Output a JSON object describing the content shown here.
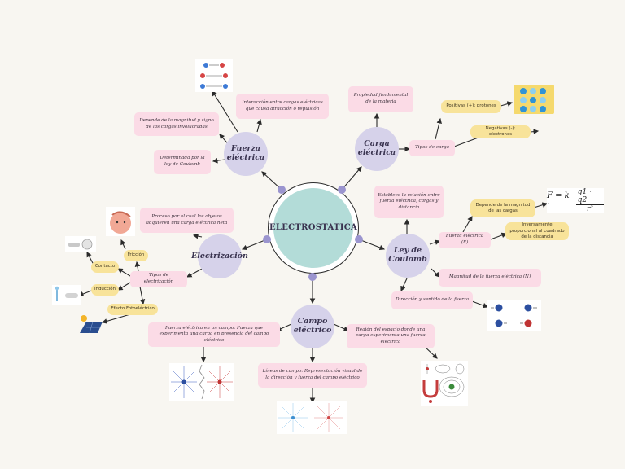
{
  "center": {
    "title": "ELECTROSTATICA"
  },
  "fuerza": {
    "title": "Fuerza eléctrica",
    "notes": {
      "interaccion": "Interacción entre cargas eléctricas que causa atracción o repulsión",
      "depende": "Depende de la magnitud y signo de las cargas involucradas",
      "coulomb": "Determinada por la ley de Coulomb"
    }
  },
  "carga": {
    "title": "Carga eléctrica",
    "notes": {
      "propiedad": "Propiedad fundamental de la materia",
      "tipos": "Tipos de carga"
    },
    "pills": {
      "positivas": "Positivas (+): protones",
      "negativas": "Negativas (-): electrones"
    }
  },
  "electrizacion": {
    "title": "Electrización",
    "notes": {
      "proceso": "Proceso por el cual los objetos adquieren una carga eléctrica neta",
      "tipos": "Tipos de electrización"
    },
    "pills": {
      "friccion": "Fricción",
      "contacto": "Contacto",
      "induccion": "Inducción",
      "fotoelectrico": "Efecto Fotoeléctrico"
    }
  },
  "coulomb": {
    "title": "Ley de Coulomb",
    "notes": {
      "establece": "Establece la relación entre fuerza eléctrica, cargas y distancia",
      "fuerza": "Fuerza eléctrica (F)",
      "magnitud": "Magnitud de la fuerza eléctrica (N)",
      "direccion": "Dirección y sentido de la fuerza"
    },
    "pills": {
      "depende": "Depende de la magnitud de las cargas",
      "inverso": "Inversamente proporcional al cuadrado de la distancia"
    },
    "formula": {
      "lhs": "F = k ·",
      "num": "q1 · q2",
      "den": "r²"
    }
  },
  "campo": {
    "title": "Campo eléctrico",
    "notes": {
      "fuerza": "Fuerza eléctrica en un campo: Fuerza que experimenta una carga en presencia del campo eléctrico",
      "lineas": "Líneas de campo: Representación visual de la dirección y fuerza del campo eléctrico",
      "region": "Región del espacio donde una carga experimenta una fuerza eléctrica"
    }
  },
  "colors": {
    "center": "#b3dcd8",
    "sub": "#d6d2ea",
    "note": "#fbdbe6",
    "pill": "#f8e39a",
    "dot": "#9b95cf"
  }
}
